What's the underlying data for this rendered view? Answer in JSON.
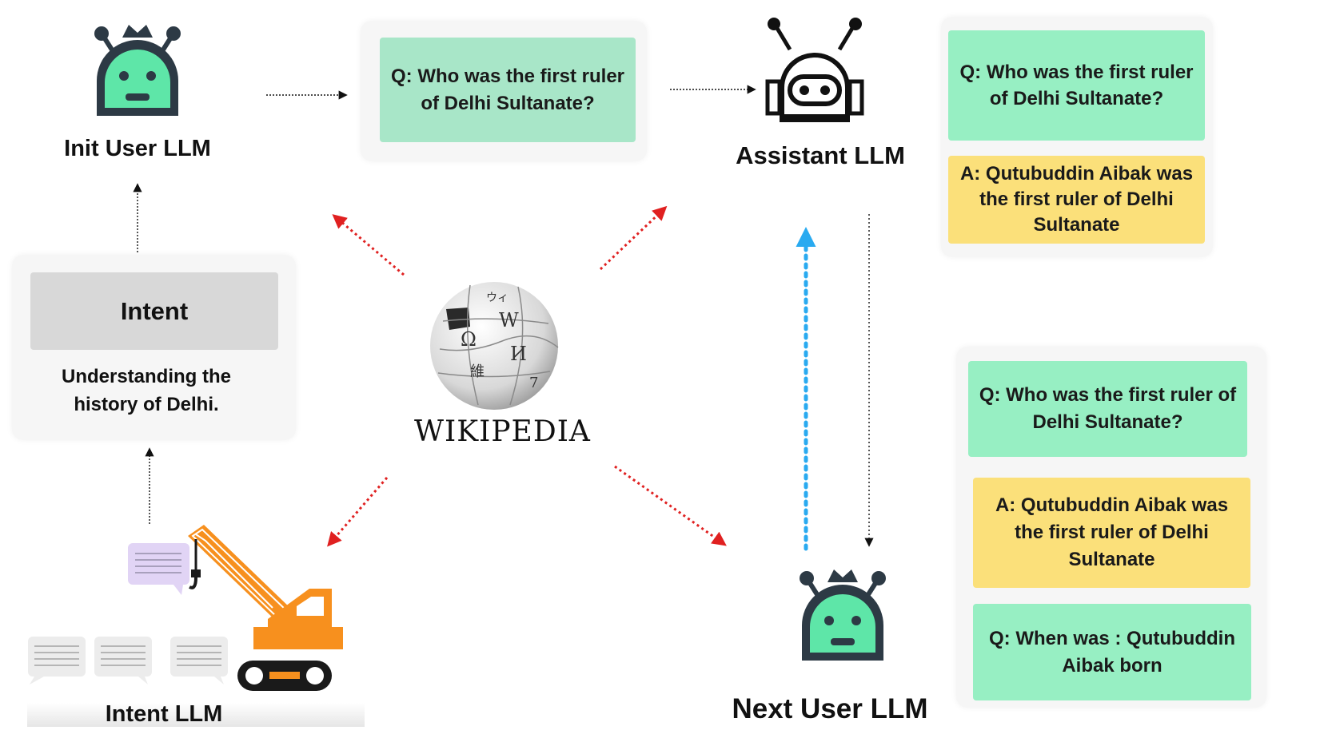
{
  "labels": {
    "init_user": "Init User LLM",
    "assistant": "Assistant LLM",
    "intent_llm": "Intent LLM",
    "next_user": "Next User LLM"
  },
  "intent": {
    "title": "Intent",
    "text": "Understanding the history of Delhi."
  },
  "question_card": "Q: Who was the first ruler of Delhi Sultanate?",
  "top_right": {
    "q": "Q: Who was the first ruler of Delhi Sultanate?",
    "a": "A: Qutubuddin Aibak was the first ruler of Delhi Sultanate"
  },
  "bottom_right": {
    "q1": "Q: Who was the first ruler of Delhi Sultanate?",
    "a1": "A: Qutubuddin Aibak was the first ruler of Delhi Sultanate",
    "q2": "Q: When was : Qutubuddin Aibak born"
  },
  "wikipedia": {
    "wordmark": "WIKIPEDIA",
    "globe_glyphs": [
      "Ω",
      "W",
      "И",
      "維",
      "ウィ",
      "7"
    ]
  },
  "icons": [
    "user-bot-icon",
    "assistant-robot-icon",
    "wikipedia-globe-icon",
    "crane-icon",
    "speech-bubble-icon"
  ],
  "colors": {
    "green_card": "#97efc3",
    "green_card_alt": "#a8e6c8",
    "yellow_card": "#fbe07a",
    "bot_face": "#5ee6a8",
    "bot_dark": "#2d3a45",
    "crane_orange": "#f7901e",
    "arrow_red": "#e02020",
    "arrow_blue": "#29aaf0"
  }
}
